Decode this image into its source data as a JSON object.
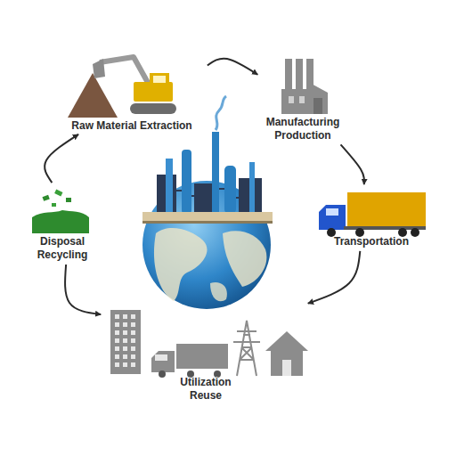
{
  "diagram": {
    "nodes": [
      {
        "text": [
          "Raw Material Extraction"
        ]
      },
      {
        "text": [
          "Manufacturing Production"
        ]
      },
      {
        "text": [
          "Disposal Recycling"
        ]
      },
      {
        "text": [
          "Transportation"
        ]
      },
      {
        "text": [
          "Utilization Reuse"
        ]
      }
    ],
    "edges": [
      {
        "from": 0,
        "to": 1,
        "arrow": "to"
      },
      {
        "from": 1,
        "to": 3,
        "arrow": "to"
      },
      {
        "from": 3,
        "to": 4,
        "arrow": "to"
      },
      {
        "from": 2,
        "to": 0,
        "arrow": "to"
      },
      {
        "from": 2,
        "to": 4,
        "arrow": "to"
      }
    ]
  }
}
